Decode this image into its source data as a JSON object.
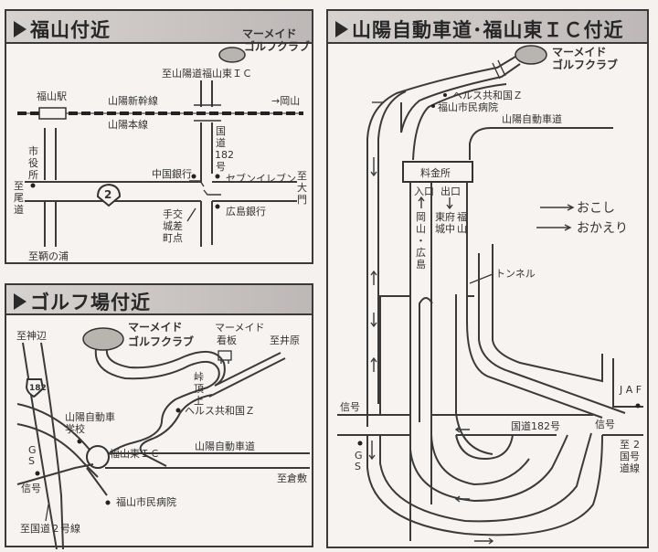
{
  "panels": {
    "fukuyama": {
      "title": "福山付近",
      "labels": {
        "golf_club_1": "マーメイド",
        "golf_club_2": "ゴルフクラブ",
        "to_ic": "至山陽道福山東ＩＣ",
        "station": "福山駅",
        "shinkansen": "山陽新幹線",
        "to_okayama": "→岡山",
        "honsen": "山陽本線",
        "route182_1": "国",
        "route182_2": "道",
        "route182_3": "182",
        "route182_4": "号",
        "city_hall_1": "市",
        "city_hall_2": "役",
        "city_hall_3": "所",
        "to_onomichi_1": "至",
        "to_onomichi_2": "尾",
        "to_onomichi_3": "道",
        "chugoku_bank": "中国銀行",
        "seven_eleven": "セブンイレブン",
        "route2_badge": "2",
        "to_daimon_1": "至",
        "to_daimon_2": "大",
        "to_daimon_3": "門",
        "tejo_1": "手交",
        "tejo_2": "城差",
        "tejo_3": "町点",
        "hiroshima_bank": "広島銀行",
        "to_tomonoura": "至鞆の浦"
      }
    },
    "golf": {
      "title": "ゴルフ場付近",
      "labels": {
        "to_kannabe": "至神辺",
        "golf_club_1": "マーメイド",
        "golf_club_2": "ゴルフクラブ",
        "sign_1": "マーメイド",
        "sign_2": "看板",
        "to_ibara": "至井原",
        "route182_badge": "182",
        "pass_1": "峠",
        "pass_2": "頂",
        "pass_3": "上",
        "driving_school_1": "山陽自動車",
        "driving_school_2": "学校",
        "health_kingdom": "ヘルス共和国Ｚ",
        "gs_1": "G",
        "gs_2": "S",
        "ic": "福山東ＩＣ",
        "expressway": "山陽自動車道",
        "signal": "信号",
        "to_kurashiki": "至倉敷",
        "hospital": "福山市民病院",
        "to_route2": "至国道２号線"
      }
    },
    "interchange": {
      "title": "山陽自動車道･福山東ＩＣ付近",
      "labels": {
        "golf_club_1": "マーメイド",
        "golf_club_2": "ゴルフクラブ",
        "health_kingdom": "ヘルス共和国Ｚ",
        "hospital": "福山市民病院",
        "expressway": "山陽自動車道",
        "tollgate": "料金所",
        "entrance": "入口",
        "exit": "出口",
        "okayama_hiroshima": [
          "岡",
          "山",
          "・",
          "広",
          "島"
        ],
        "higashi_fuchu": [
          "東府",
          "城中"
        ],
        "fukuyama": [
          "福",
          "山"
        ],
        "tunnel": "トンネル",
        "legend_go": "おこし",
        "legend_return": "おかえり",
        "signal_left": "信号",
        "signal_right": "信号",
        "route182": "国道182号",
        "jaf": "J A F",
        "gs_1": "G",
        "gs_2": "S",
        "to_route2_a": "至",
        "to_route2_b": "2",
        "to_route2_c": "国号",
        "to_route2_d": "道線"
      }
    }
  }
}
